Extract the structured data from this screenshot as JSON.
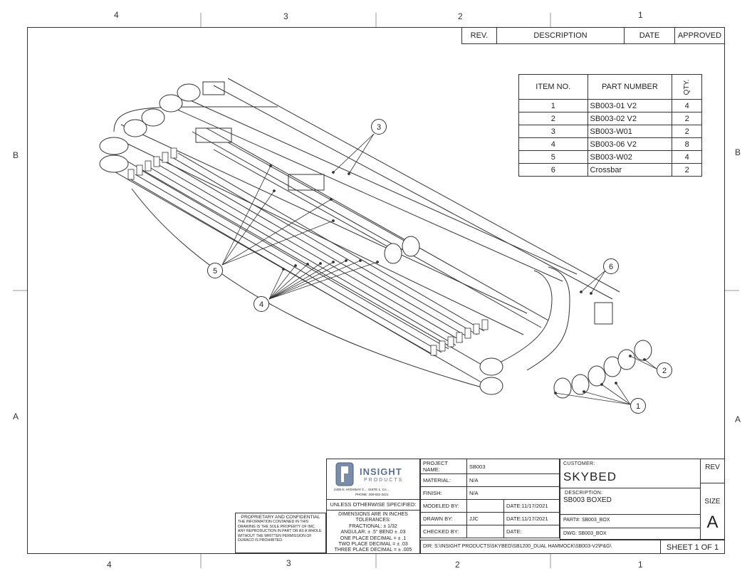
{
  "zones": {
    "top": [
      "4",
      "3",
      "2",
      "1"
    ],
    "bottom": [
      "4",
      "3",
      "2",
      "1"
    ],
    "left": [
      "B",
      "A"
    ],
    "right": [
      "B",
      "A"
    ]
  },
  "revision_block": {
    "headers": [
      "REV.",
      "DESCRIPTION",
      "DATE",
      "APPROVED"
    ]
  },
  "bom": {
    "headers": [
      "ITEM NO.",
      "PART NUMBER",
      "QTY."
    ],
    "rows": [
      {
        "item": "1",
        "part": "SB003-01 V2",
        "qty": "4"
      },
      {
        "item": "2",
        "part": "SB003-02 V2",
        "qty": "2"
      },
      {
        "item": "3",
        "part": "SB003-W01",
        "qty": "2"
      },
      {
        "item": "4",
        "part": "SB003-06 V2",
        "qty": "8"
      },
      {
        "item": "5",
        "part": "SB003-W02",
        "qty": "4"
      },
      {
        "item": "6",
        "part": "Crossbar",
        "qty": "2"
      }
    ]
  },
  "balloons": [
    "1",
    "2",
    "3",
    "4",
    "5",
    "6"
  ],
  "proprietary": {
    "title": "PROPRIETARY AND CONFIDENTIAL",
    "text": "THE INFORMATION CONTAINED IN THIS DRAWING IS THE SOLE PROPERTY OF IMC. ANY REPRODUCTION IN PART OR AS A WHOLE WITHOUT THE WRITTEN PERMISSION OF DURACO IS PROHIBITED."
  },
  "logo": {
    "name": "INSIGHT",
    "sub": "PRODUCTS",
    "address": "2405 N. HIGHWAY 3 ... SUITE 1, CA ...",
    "phone": "PHONE: 208-832-3421"
  },
  "tolerance": {
    "header": "UNLESS OTHERWISE SPECIFIED:",
    "lines": [
      "DIMENSIONS ARE IN INCHES",
      "TOLERANCES:",
      "FRACTIONAL: ± 1/32",
      "ANGULAR: ± .5°   BEND ± .03",
      "ONE PLACE DECIMAL = ± .1",
      "TWO PLACE DECIMAL = ± .03",
      "THREE PLACE DECIMAL = ± .005"
    ]
  },
  "title_block": {
    "project_label": "PROJECT NAME:",
    "project": "SB003",
    "material_label": "MATERIAL:",
    "material": "N/A",
    "finish_label": "FINISH:",
    "finish": "N/A",
    "modeled_label": "MODELED BY:",
    "modeled_by": "",
    "modeled_date_label": "DATE:",
    "modeled_date": "11/17/2021",
    "drawn_label": "DRAWN BY:",
    "drawn_by": "JJC",
    "drawn_date_label": "DATE:",
    "drawn_date": "11/17/2021",
    "checked_label": "CHECKED BY:",
    "checked_by": "",
    "checked_date_label": "DATE:",
    "checked_date": "",
    "customer_label": "CUSTOMER:",
    "customer": "SKYBED",
    "description_label": "DESCRIPTION:",
    "description": "SB003 BOXED",
    "part_label": "PART#:",
    "part": "SB003_BOX",
    "dwg_label": "DWG:",
    "dwg": "SB003_BOX",
    "rev_label": "REV",
    "size_label": "SIZE",
    "size": "A",
    "dir": "DIR: S:\\INSIGHT PRODUCTS\\SKYBED\\SB1200_DUAL HAMMOCK\\SB003-V2\\P&G\\",
    "sheet": "SHEET 1 OF 1"
  }
}
